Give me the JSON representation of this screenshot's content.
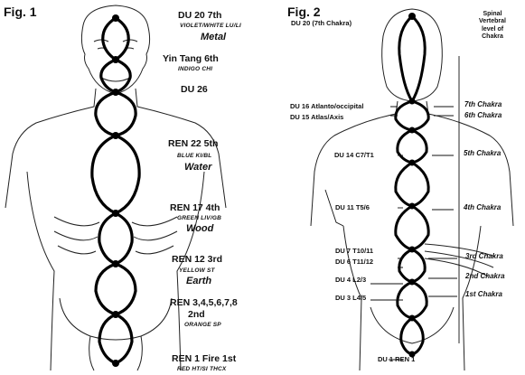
{
  "fig1": {
    "title": "Fig. 1",
    "labels": [
      {
        "main": "DU 20 7th",
        "sub": "VIOLET/WHITE LU/LI",
        "element": "Metal"
      },
      {
        "main": "Yin Tang 6th",
        "sub": "INDIGO CHI",
        "element": ""
      },
      {
        "main": "DU 26",
        "sub": "",
        "element": ""
      },
      {
        "main": "REN 22 5th",
        "sub": "BLUE KI/BL",
        "element": "Water"
      },
      {
        "main": "REN 17  4th",
        "sub": "GREEN LIV/GB",
        "element": "Wood"
      },
      {
        "main": "REN 12 3rd",
        "sub": "YELLOW ST",
        "element": "Earth"
      },
      {
        "main": "REN 3,4,5,6,7,8",
        "main2": "2nd",
        "sub": "ORANGE SP",
        "element": ""
      },
      {
        "main": "REN 1 Fire 1st",
        "sub": "RED HT/SI THCX",
        "element": ""
      }
    ]
  },
  "fig2": {
    "title": "Fig. 2",
    "subtitle": "DU 20 (7th Chakra)",
    "header": [
      "Spinal",
      "Vertebral",
      "level of",
      "Chakra"
    ],
    "left_labels": [
      "DU 16 Atlanto/occipital",
      "DU 15 Atlas/Axis",
      "DU 14 C7/T1",
      "DU 11 T5/6",
      "DU 7 T10/11",
      "DU 6 T11/12",
      "DU 4 L2/3",
      "DU 3 L4/5",
      "DU 1 REN 1"
    ],
    "chakras": [
      "7th Chakra",
      "6th Chakra",
      "5th Chakra",
      "4th Chakra",
      "3rd Chakra",
      "2nd Chakra",
      "1st Chakra"
    ]
  }
}
